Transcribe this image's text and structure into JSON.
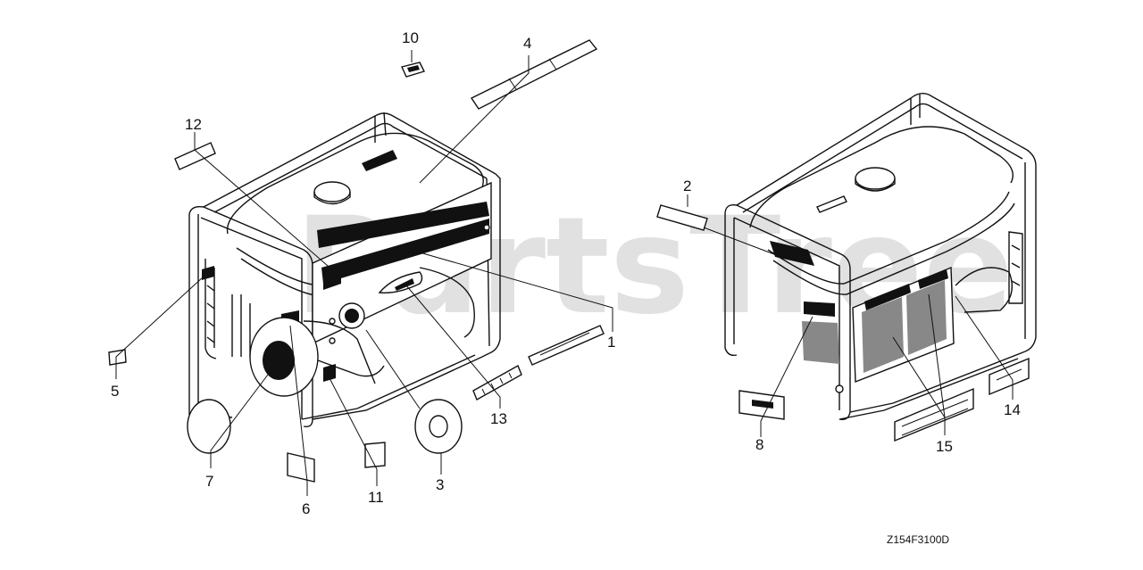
{
  "diagram": {
    "watermark": "PartsTree",
    "drawing_code": "Z154F3100D",
    "callouts": [
      "1",
      "2",
      "3",
      "4",
      "5",
      "6",
      "7",
      "8",
      "10",
      "11",
      "12",
      "13",
      "14",
      "15"
    ]
  }
}
